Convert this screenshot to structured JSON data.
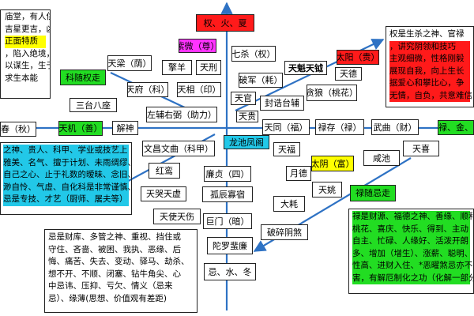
{
  "colors": {
    "line": "#2e72c4",
    "red": "#ff1a1a",
    "green": "#22dd22",
    "yellow": "#ffff00",
    "magenta": "#ff33ff",
    "cyan": "#22c8e8"
  },
  "boxes": {
    "top": "权、火、夏",
    "ziwei": "紫微（尊）",
    "qingyang": "擎羊",
    "tianxing": "天刑",
    "tianliang": "天梁（荫）",
    "qisha": "七杀（权）",
    "tiankui": "天魁天钺",
    "taiyang_gui": "太阳（贵）",
    "tiande": "天德",
    "tianfu": "天府（科）",
    "tianxiang": "天相（印）",
    "pojun": "破军（耗）",
    "tanlang": "贪狼（桃花）",
    "santai": "三台八座",
    "keyou": "科随权走",
    "zuofu": "左辅右弼（助力）",
    "tianguan": "天官",
    "fenggao": "封诰台辅",
    "tiangui": "天贵",
    "chun": "春（秋）",
    "tianji": "天机（善）",
    "jieshen": "解神",
    "tiantong": "天同（福）",
    "lucun": "禄存（禄）",
    "wuqu": "武曲（财）",
    "right_mid": "禄、金、",
    "wenchang": "文昌文曲（科甲）",
    "longchi": "龙池凤阁",
    "tianfu2": "天福",
    "xianchi": "咸池",
    "tianxi": "天喜",
    "hongluan": "红鸾",
    "lianzhen": "廉贞（四）",
    "yuede": "月德",
    "taiyin": "太阴（富）",
    "tianku": "天哭天虚",
    "guchen": "孤辰寡宿",
    "tianyao": "天姚",
    "lusui": "禄随忌走",
    "dahao": "大耗",
    "tianshi": "天使天伤",
    "jumen": "巨门（暗）",
    "posui": "破碎阴煞",
    "tuoluo": "陀罗蜚廉",
    "bottom": "忌、水、冬"
  },
  "notes": {
    "top_left": [
      "庙堂，有人供",
      "吉星更吉，凶",
      "正面特质",
      "，陷入绝境，",
      "以谋生，生于",
      "求生本能"
    ],
    "top_right": [
      "权是生杀之神、官禄",
      "，讲究阴领和技巧",
      "主观细微，性格刚毅",
      "展现自我，向上生长",
      "据爱心和攀比心，争",
      "无情，自负，共意难信"
    ],
    "left_mid": [
      "之神、贵人、科甲、学业或技艺上",
      "雅美、名气、擅于计划、未雨绸缪、",
      "自己之心、止于礼数的暧昧、念旧、",
      "渺自怜、气虚、自化科是非常谨慎、",
      "忌是专技、才艺（厨师、屠夫等）"
    ],
    "bottom_left": [
      "忌是财库、多管之神、重视、挡住或",
      "守住、吝啬、被困、我执、恶缘、后",
      "悔、痛苦、失去、变动、驿马、劫杀、",
      "想不开、不顺、闭塞、钻牛角尖、心",
      "中忌讳、压抑、亏欠、情义（忌来",
      "忌）、缘薄(思想、价值观有差距)"
    ],
    "bottom_right": [
      "禄是财源、福德之神、善缘、顺利",
      "桃花、喜庆、快乐、得到、主动",
      "自主、忙碌、人缘好、活泼开朗",
      "多、增加（增生）、涨薪、聪明、",
      "性高、进财入住、*恶曜煞忌亦不",
      "害，有解厄制化之功（化解一部分"
    ]
  }
}
